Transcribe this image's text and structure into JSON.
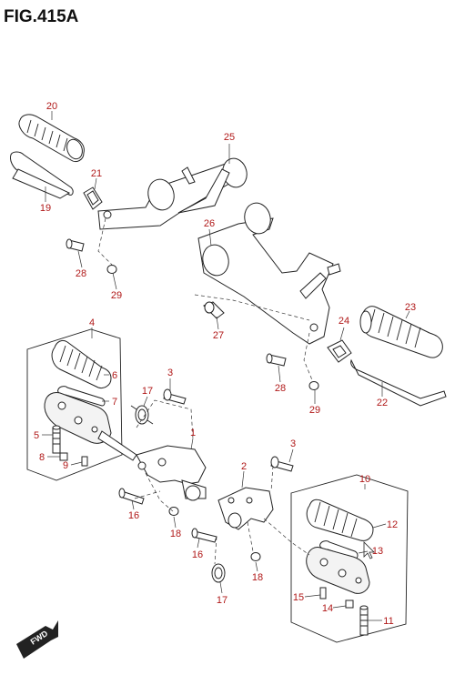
{
  "figure": {
    "title": "FIG.415A",
    "direction_badge": "FWD"
  },
  "callouts": {
    "c1": "1",
    "c2": "2",
    "c3a": "3",
    "c3b": "3",
    "c4": "4",
    "c5": "5",
    "c6": "6",
    "c7": "7",
    "c8": "8",
    "c9": "9",
    "c10": "10",
    "c11": "11",
    "c12": "12",
    "c13": "13",
    "c14": "14",
    "c15": "15",
    "c16a": "16",
    "c16b": "16",
    "c17a": "17",
    "c17b": "17",
    "c18a": "18",
    "c18b": "18",
    "c19": "19",
    "c20": "20",
    "c21": "21",
    "c22": "22",
    "c23": "23",
    "c24": "24",
    "c25": "25",
    "c26": "26",
    "c27": "27",
    "c28a": "28",
    "c28b": "28",
    "c29a": "29",
    "c29b": "29"
  },
  "colors": {
    "callout": "#b01818",
    "line": "#222222"
  }
}
